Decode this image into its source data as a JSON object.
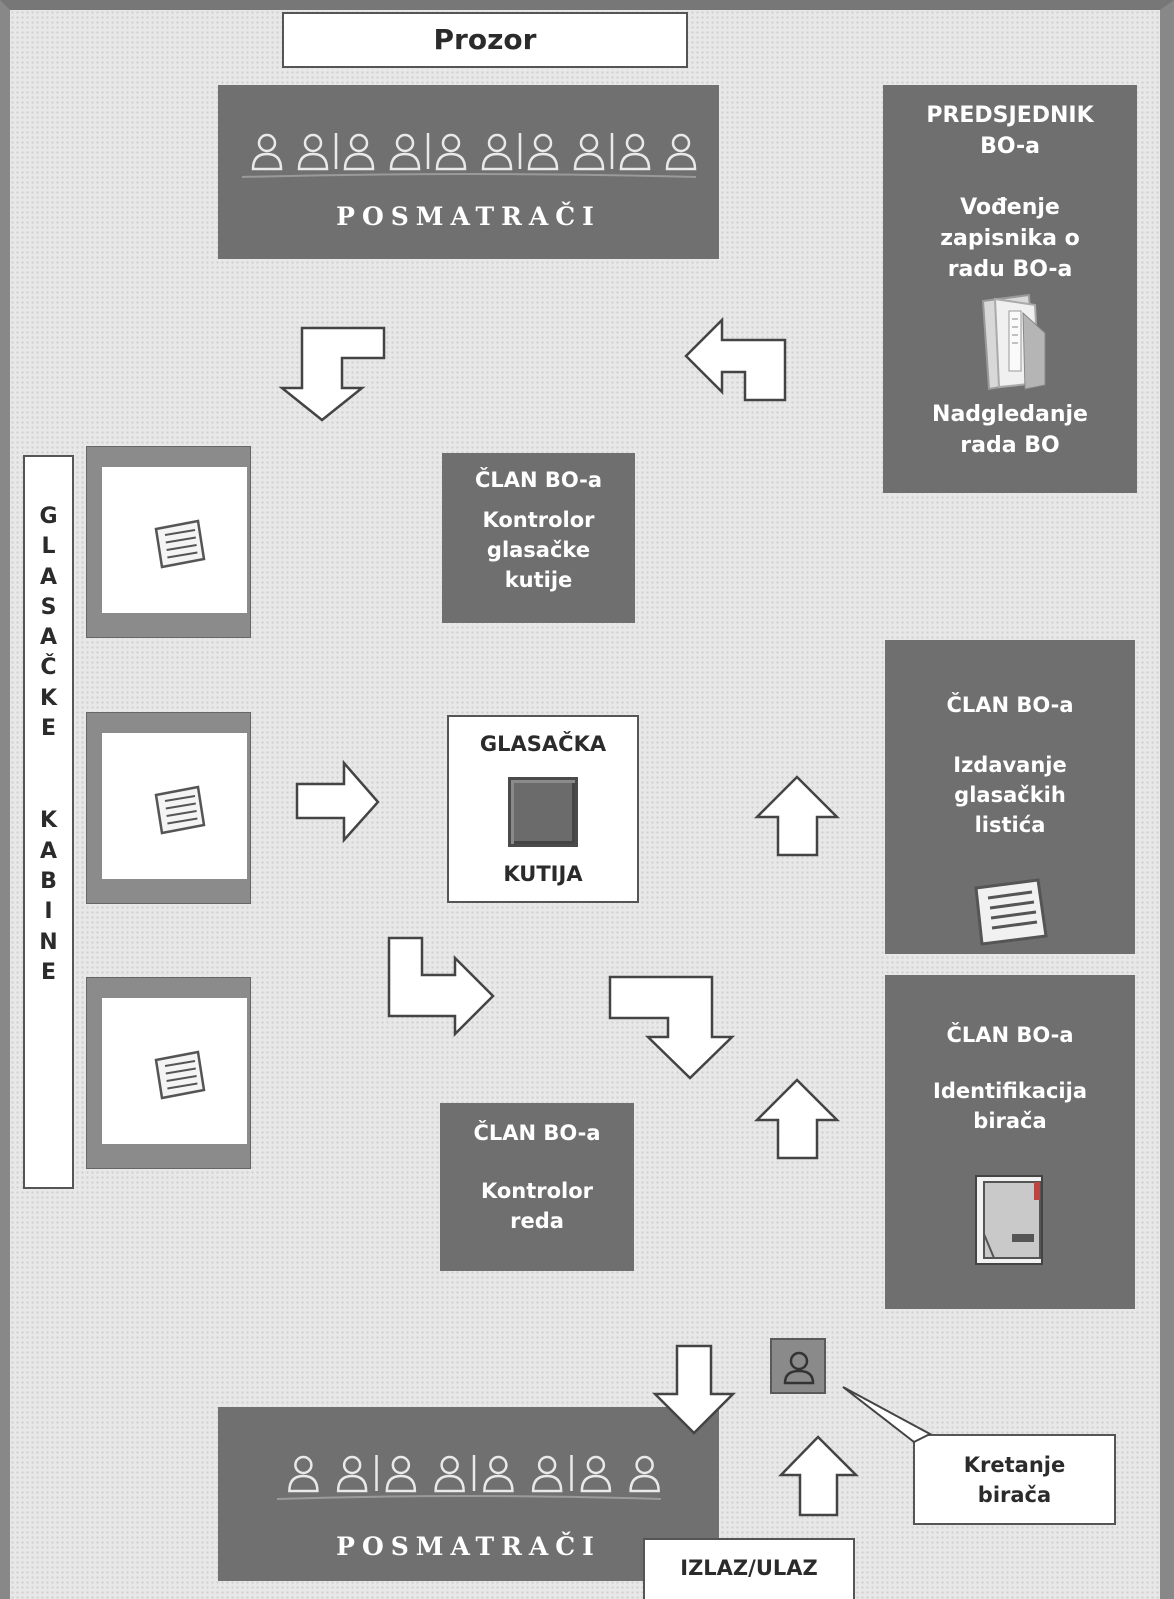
{
  "window_label": "Prozor",
  "observers_top": "POSMATRAČI",
  "observers_bottom": "POSMATRAČI",
  "president": {
    "line1": "PREDSJEDNIK",
    "line2": "BO-a",
    "task1_l1": "Vođenje",
    "task1_l2": "zapisnika o",
    "task1_l3": "radu BO-a",
    "task2_l1": "Nadgledanje",
    "task2_l2": "rada BO"
  },
  "member_box_controller": {
    "title": "ČLAN BO-a",
    "l1": "Kontrolor",
    "l2": "glasačke",
    "l3": "kutije"
  },
  "member_order_controller": {
    "title": "ČLAN BO-a",
    "l1": "Kontrolor",
    "l2": "reda"
  },
  "member_ballots": {
    "title": "ČLAN BO-a",
    "l1": "Izdavanje",
    "l2": "glasačkih",
    "l3": "listića"
  },
  "member_identification": {
    "title": "ČLAN BO-a",
    "l1": "Identifikacija",
    "l2": "birača"
  },
  "booths_label": {
    "word1": [
      "G",
      "L",
      "A",
      "S",
      "A",
      "Č",
      "K",
      "E"
    ],
    "word2": [
      "K",
      "A",
      "B",
      "I",
      "N",
      "E"
    ]
  },
  "ballot_box": {
    "top": "GLASAČKA",
    "bottom": "KUTIJA"
  },
  "voter_movement": {
    "l1": "Kretanje",
    "l2": "birača"
  },
  "exit_entrance": "IZLAZ/ULAZ",
  "icons": [
    "people-group-icon",
    "folder-icon",
    "ballot-paper-icon",
    "ballot-box-icon",
    "voter-list-book-icon",
    "person-icon",
    "arrow-icon"
  ],
  "colors": {
    "panel": "#707070",
    "frame": "#888888",
    "background": "#e8e8e8"
  }
}
